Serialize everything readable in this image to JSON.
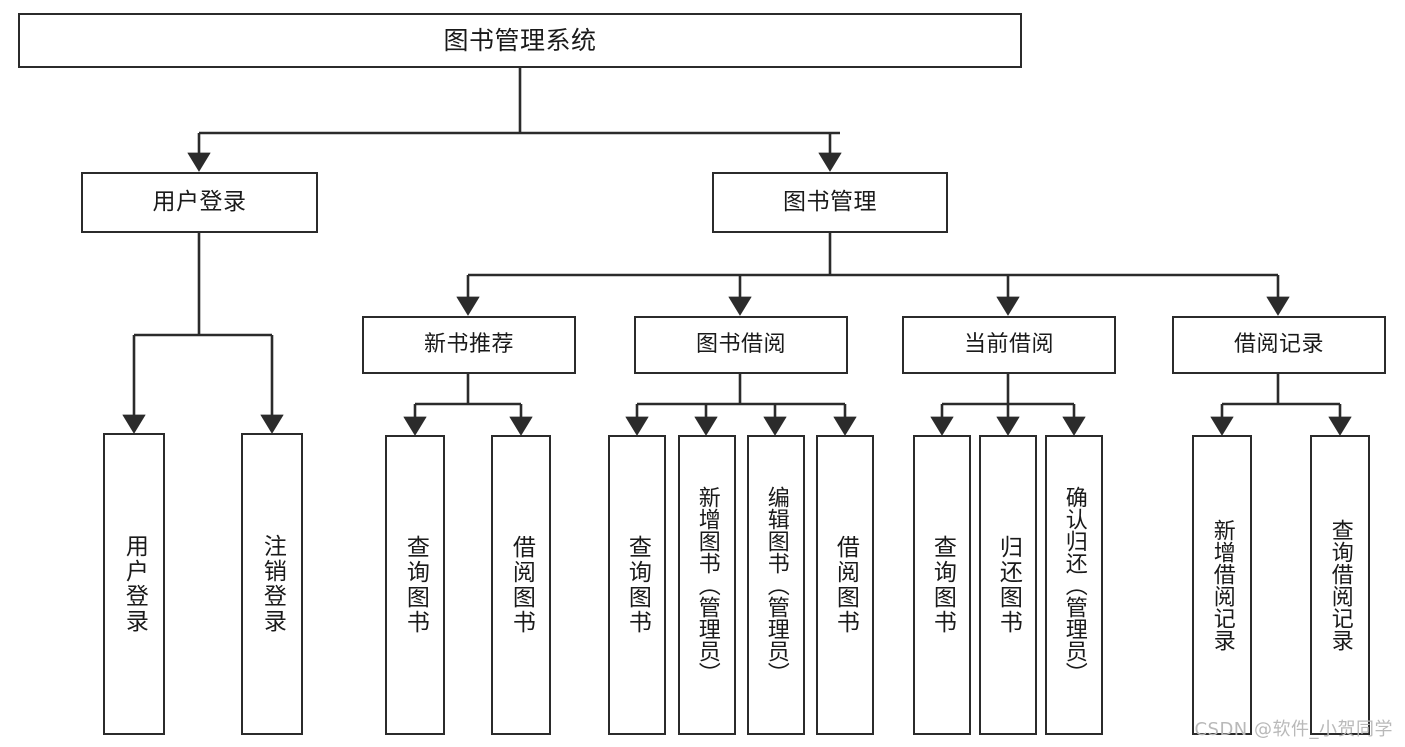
{
  "diagram": {
    "title": "图书管理系统",
    "type": "tree-hierarchy",
    "watermark": "CSDN @软件_小贺同学",
    "colors": {
      "stroke": "#2b2b2b",
      "fill": "#ffffff",
      "text": "#1a1a1a",
      "watermark": "#b9b9b9"
    },
    "nodes": {
      "root": {
        "label": "图书管理系统"
      },
      "level1": [
        {
          "id": "user-login",
          "label": "用户登录"
        },
        {
          "id": "book-manage",
          "label": "图书管理"
        }
      ],
      "level2": [
        {
          "id": "new-book-rec",
          "label": "新书推荐"
        },
        {
          "id": "book-borrow",
          "label": "图书借阅"
        },
        {
          "id": "current-borrow",
          "label": "当前借阅"
        },
        {
          "id": "borrow-record",
          "label": "借阅记录"
        }
      ],
      "leaves": {
        "user-login": [
          {
            "id": "leaf-user-login",
            "label": "用户登录"
          },
          {
            "id": "leaf-user-logout",
            "label": "注销登录"
          }
        ],
        "new-book-rec": [
          {
            "id": "leaf-query-book-1",
            "label": "查询图书"
          },
          {
            "id": "leaf-borrow-book-1",
            "label": "借阅图书"
          }
        ],
        "book-borrow": [
          {
            "id": "leaf-query-book-2",
            "label": "查询图书"
          },
          {
            "id": "leaf-add-book",
            "label": "新增图书（管理员）"
          },
          {
            "id": "leaf-edit-book",
            "label": "编辑图书（管理员）"
          },
          {
            "id": "leaf-borrow-book-2",
            "label": "借阅图书"
          }
        ],
        "current-borrow": [
          {
            "id": "leaf-query-book-3",
            "label": "查询图书"
          },
          {
            "id": "leaf-return-book",
            "label": "归还图书"
          },
          {
            "id": "leaf-confirm-return",
            "label": "确认归还（管理员）"
          }
        ],
        "borrow-record": [
          {
            "id": "leaf-add-record",
            "label": "新增借阅记录"
          },
          {
            "id": "leaf-query-record",
            "label": "查询借阅记录"
          }
        ]
      }
    }
  }
}
